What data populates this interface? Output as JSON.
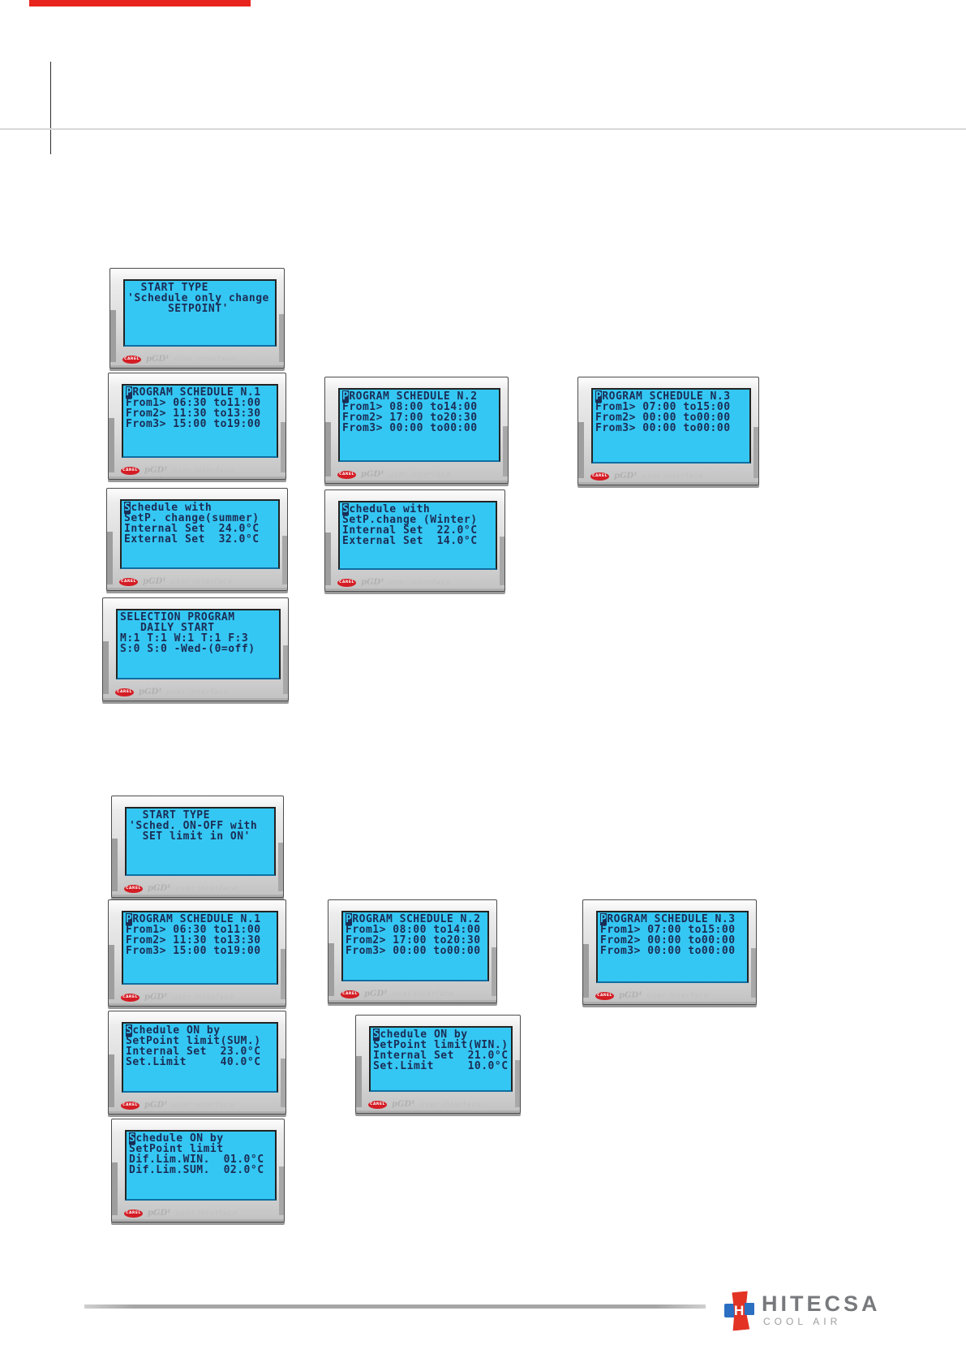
{
  "colors": {
    "lcd_bg": "#35c7f3",
    "lcd_text": "#1b2d55",
    "page_red": "#e8251d",
    "badge_red": "#d41c24",
    "brand_text": "#77797c",
    "brand_sub": "#9b9ea1",
    "mark_red": "#e23325",
    "mark_blue": "#2a6fc2"
  },
  "device": {
    "badge": "CAREL",
    "model": "pGD¹",
    "tagline": "user interface"
  },
  "screens": {
    "start_type_1": {
      "lines": [
        "  START TYPE",
        "'Schedule only change",
        "      SETPOINT'"
      ]
    },
    "prog1": {
      "lines": [
        "PROGRAM SCHEDULE N.1",
        "From1> 06:30 to11:00",
        "From2> 11:30 to13:30",
        "From3> 15:00 to19:00"
      ]
    },
    "prog2": {
      "lines": [
        "PROGRAM SCHEDULE N.2",
        "From1> 08:00 to14:00",
        "From2> 17:00 to20:30",
        "From3> 00:00 to00:00"
      ]
    },
    "prog3": {
      "lines": [
        "PROGRAM SCHEDULE N.3",
        "From1> 07:00 to15:00",
        "From2> 00:00 to00:00",
        "From3> 00:00 to00:00"
      ]
    },
    "sched_summer": {
      "lines": [
        "Schedule with",
        "SetP. change(summer)",
        "Internal Set  24.0°C",
        "External Set  32.0°C"
      ]
    },
    "sched_winter": {
      "lines": [
        "Schedule with",
        "SetP.change (Winter)",
        "Internal Set  22.0°C",
        "External Set  14.0°C"
      ]
    },
    "selection": {
      "lines": [
        "SELECTION PROGRAM",
        "   DAILY START",
        "M:1 T:1 W:1 T:1 F:3",
        "S:0 S:0 -Wed-(0=off)"
      ]
    },
    "start_type_2": {
      "lines": [
        "  START TYPE",
        "'Sched. ON-OFF with",
        "  SET limit in ON'"
      ]
    },
    "on_sum": {
      "lines": [
        "Schedule ON by",
        "SetPoint limit(SUM.)",
        "Internal Set  23.0°C",
        "Set.Limit     40.0°C"
      ]
    },
    "on_win": {
      "lines": [
        "Schedule ON by",
        "SetPoint limit(WIN.)",
        "Internal Set  21.0°C",
        "Set.Limit     10.0°C"
      ]
    },
    "on_dif": {
      "lines": [
        "Schedule ON by",
        "SetPoint limit",
        "Dif.Lim.WIN.  01.0°C",
        "Dif.Lim.SUM.  02.0°C"
      ]
    }
  },
  "footer": {
    "brand": "HITECSA",
    "tagline": "COOL  AIR",
    "mark_letter": "H"
  }
}
